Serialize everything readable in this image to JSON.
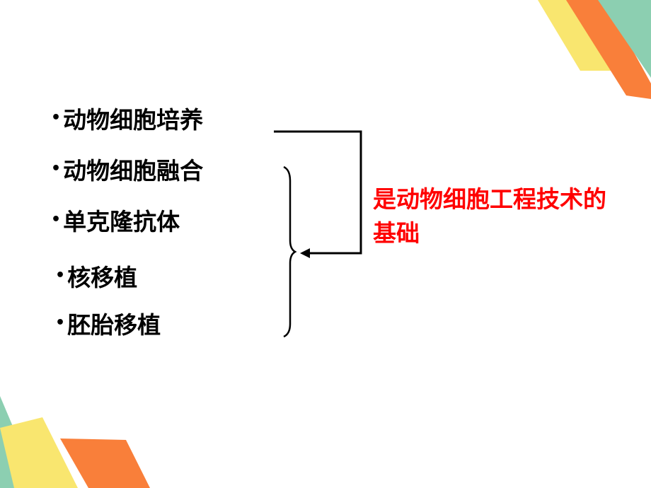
{
  "list": {
    "bullet": "•",
    "items": [
      {
        "label": "动物细胞培养"
      },
      {
        "label": "动物细胞融合"
      },
      {
        "label": "单克隆抗体"
      },
      {
        "label": "核移植"
      },
      {
        "label": "胚胎移植"
      }
    ]
  },
  "note": {
    "text": "是动物细胞工程技术的基础",
    "color": "#ff0000"
  },
  "decoration": {
    "colors": [
      "#f9e66f",
      "#f97f3a",
      "#8ccfb1"
    ]
  }
}
